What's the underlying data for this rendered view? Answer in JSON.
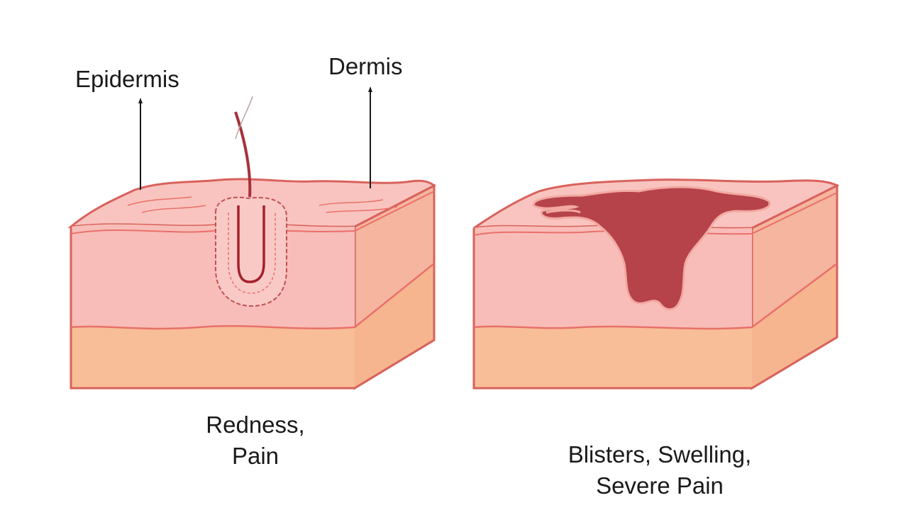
{
  "labels": {
    "epidermis": "Epidermis",
    "dermis": "Dermis"
  },
  "captions": {
    "left": [
      "Redness,",
      "Pain"
    ],
    "right": [
      "Blisters, Swelling,",
      "Severe Pain"
    ]
  },
  "colors": {
    "skin_top": "#f9c5c0",
    "skin_mid": "#f7b9b4",
    "fat_layer": "#f8bf98",
    "outline": "#e9706a",
    "border": "#d8625c",
    "burn": "#b6424a",
    "leader": "#1a1a1a"
  }
}
